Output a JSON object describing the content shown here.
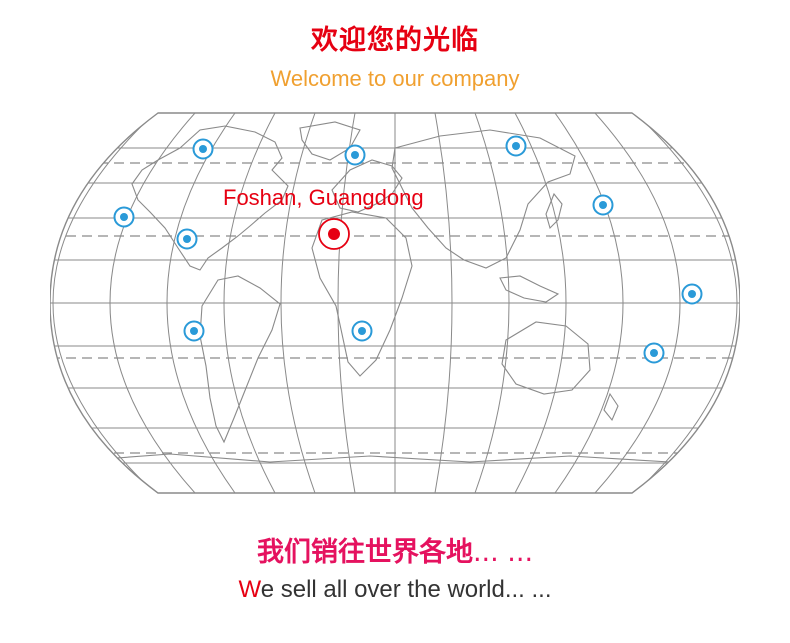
{
  "header": {
    "title_cn": "欢迎您的光临",
    "title_en": "Welcome to our company"
  },
  "map": {
    "hq_label": "Foshan, Guangdong",
    "hq_icon": "target-marker-icon",
    "location_icon": "location-dot-icon"
  },
  "footer": {
    "slogan_cn_main": "我们销往世界各地",
    "slogan_cn_ellipsis": "... ...",
    "slogan_en_first": "W",
    "slogan_en_rest": "e sell all over the world... ..."
  },
  "colors": {
    "title_red": "#e60012",
    "subtitle_orange": "#f0a030",
    "slogan_pink": "#e5125f",
    "slogan_text": "#333333",
    "marker_blue": "#2a9ad8",
    "hq_red": "#e60012",
    "map_line": "#8a8a8a"
  }
}
